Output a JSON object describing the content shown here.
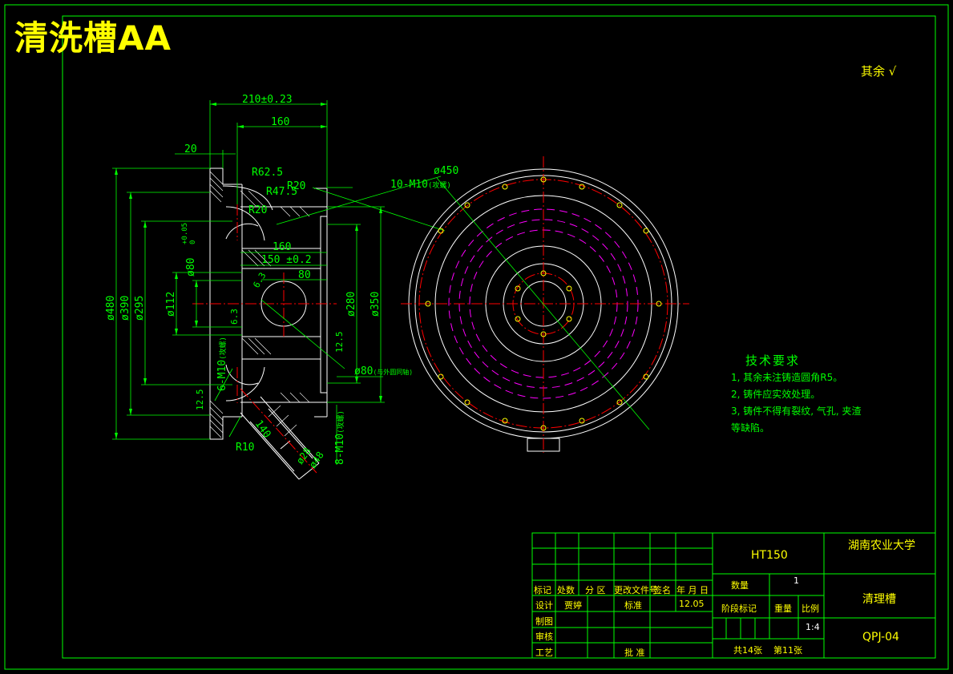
{
  "drawing": {
    "title": "清洗槽AA",
    "surface_note": "其余",
    "surface_symbol": "√",
    "colors": {
      "border": "#00ff00",
      "outline": "#ffffff",
      "dimension": "#00ff00",
      "centerline": "#ff0000",
      "hidden": "#ff00ff",
      "text": "#ffff00",
      "table_grid": "#00ff00"
    }
  },
  "dimensions": {
    "d210": "210±0.23",
    "d160a": "160",
    "d20": "20",
    "r62": "R62.5",
    "r47": "R47.5",
    "r20a": "R20",
    "r20b": "R20",
    "m10a": "10-M10",
    "m10a_note": "(攻螺)",
    "phi450": "ø450",
    "d160b": "160",
    "d150": "150 ±0.2",
    "d80": "80",
    "phi480": "ø480",
    "phi390": "ø390",
    "phi295": "ø295",
    "phi112": "ø112",
    "phi80": "ø80",
    "tol": "+0.05",
    "tol0": "0",
    "phi280": "ø280",
    "phi350": "ø350",
    "m10b": "6-M10",
    "m10b_note": "(攻螺)",
    "phi80b": "ø80",
    "phi80b_note": "(与外圆同轴)",
    "m10c": "8-M10",
    "m10c_note": "(攻螺)",
    "r10": "R10",
    "d140": "140",
    "phi28": "ø28",
    "phi48": "ø48",
    "s63a": "6.3",
    "s125a": "12.5",
    "s125b": "12.5",
    "s63b": "6.3"
  },
  "tech_requirements": {
    "heading": "技术要求",
    "items": [
      "1, 其余未注铸造圆角R5。",
      "2, 铸件应实效处理。",
      "3, 铸件不得有裂纹, 气孔, 夹渣",
      "等缺陷。"
    ]
  },
  "title_block": {
    "material": "HT150",
    "university": "湖南农业大学",
    "part_name": "清理槽",
    "drawing_no": "QPJ-04",
    "qty_label": "数量",
    "qty_value": "1",
    "stage_label": "阶段标记",
    "weight_label": "重量",
    "scale_label": "比例",
    "scale_value": "1:4",
    "sheets_total": "共14张",
    "sheet_no": "第11张",
    "rev_headers": [
      "标记",
      "处数",
      "分 区",
      "更改文件号",
      "签名",
      "年 月 日"
    ],
    "design_label": "设计",
    "designer": "贾婷",
    "std_label": "标准",
    "date": "12.05",
    "draw_label": "制图",
    "check_label": "审核",
    "process_label": "工艺",
    "approve_label": "批 准"
  }
}
